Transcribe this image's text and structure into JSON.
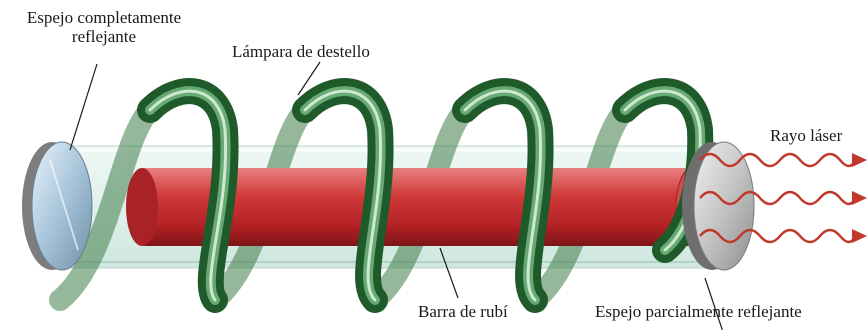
{
  "labels": {
    "full_mirror": [
      "Espejo completamente",
      "reflejante"
    ],
    "flash_lamp": "Lámpara de destello",
    "laser_beam": "Rayo láser",
    "ruby_rod": "Barra de rubí",
    "partial_mirror": "Espejo parcialmente reflejante"
  },
  "colors": {
    "ruby_rod": "#c62a2c",
    "coil": "#2f7a3a",
    "tube": "#d9eee8",
    "full_mirror": "#9fc0d8",
    "partial_mirror": "#b8b8b8",
    "laser_wave": "#c0392b"
  }
}
